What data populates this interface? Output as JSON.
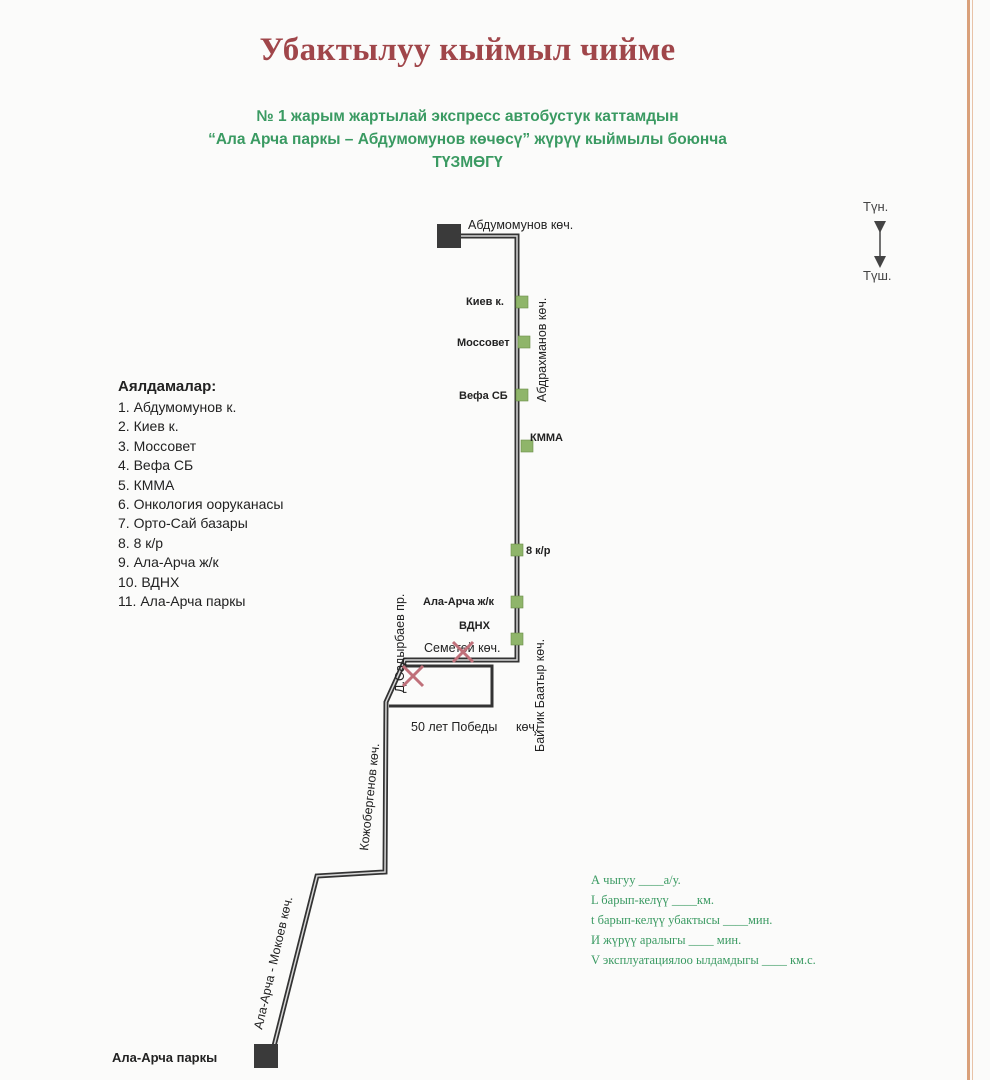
{
  "title": "Убактылуу кыймыл чийме",
  "subtitle": {
    "line1": "№  1  жарым жартылай экспресс автобустук каттамдын",
    "line2": "“Ала Арча паркы – Абдумомунов көчөсү” жүрүү кыймылы боюнча",
    "line3": "ТҮЗМӨГҮ"
  },
  "compass": {
    "north": "Түн.",
    "south": "Түш."
  },
  "terminals": {
    "top": "Абдумомунов көч.",
    "bottom": "Ала-Арча паркы"
  },
  "stop_labels": {
    "kiev": "Киев к.",
    "mossovet": "Моссовет",
    "vefa": "Вефа СБ",
    "kmma": "КММА",
    "km8": "8 к/р",
    "alaarcha_zk": "Ала-Арча ж/к",
    "vdnh": "ВДНХ"
  },
  "streets": {
    "abdrakhmanov": "Абдрахманов көч.",
    "baitik": "Байтик Баатыр көч.",
    "semetey": "Семетей көч.",
    "sadyrbaev": "Д.Садырбаев пр.",
    "pobedy": "50 лет Победы",
    "pobedy_suffix": "көч.",
    "kojobergenov": "Кожобергенов көч.",
    "mokoev": "Ала-Арча - Мокоев көч."
  },
  "legend": {
    "title": "Аялдамалар:",
    "items": [
      "1. Абдумомунов к.",
      "2. Киев к.",
      "3. Моссовет",
      "4. Вефа СБ",
      "5. КММА",
      "6. Онкология ооруканасы",
      "7. Орто-Сай базары",
      "8. 8 к/р",
      "9. Ала-Арча ж/к",
      "10. ВДНХ",
      "11. Ала-Арча паркы"
    ]
  },
  "formula": {
    "line1": "А чыгуу ____а/у.",
    "line2": "L барып-келүү ____км.",
    "line3": "t барып-келүү убактысы ____мин.",
    "line4": "И жүрүү аралыгы ____  мин.",
    "line5": "V эксплуатациялоо ылдамдыгы ____ км.с."
  },
  "colors": {
    "title": "#a0464a",
    "subtitle": "#3a9a62",
    "stop": "#8fb56a",
    "terminal": "#3a3a3a",
    "closure": "#c0707a"
  }
}
